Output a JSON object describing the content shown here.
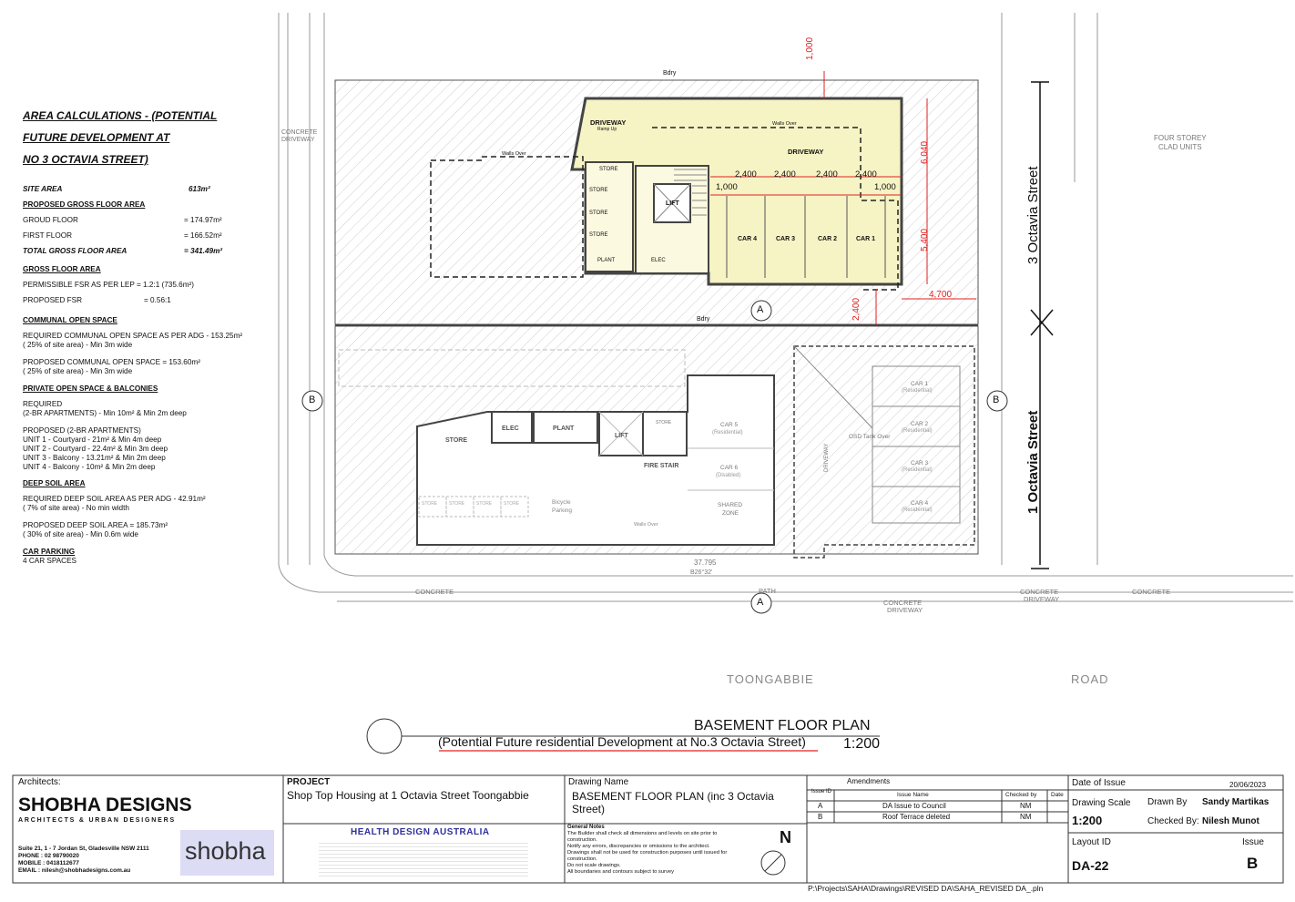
{
  "area_calc": {
    "title_lines": [
      "AREA CALCULATIONS  - (POTENTIAL",
      "FUTURE DEVELOPMENT AT",
      "NO 3 OCTAVIA STREET)"
    ],
    "site_area_label": "SITE AREA",
    "site_area_value": "613m²",
    "gfa_heading": "PROPOSED GROSS FLOOR AREA",
    "ground_label": "GROUD FLOOR",
    "ground_value": "= 174.97m²",
    "first_label": "FIRST FLOOR",
    "first_value": "= 166.52m²",
    "total_label": "TOTAL GROSS FLOOR AREA",
    "total_value": "= 341.49m²",
    "gfa2_heading": "GROSS FLOOR AREA",
    "permissible_fsr": "PERMISSIBLE FSR AS PER LEP  = 1.2:1 (735.6m²)",
    "proposed_fsr_label": "PROPOSED FSR",
    "proposed_fsr_value": "= 0.56:1",
    "cos_heading": "COMMUNAL OPEN SPACE",
    "cos_req_1": "REQUIRED COMMUNAL OPEN SPACE AS PER ADG - 153.25m²",
    "cos_req_2": "( 25% of site area) - Min 3m wide",
    "cos_prop_1": "PROPOSED COMMUNAL OPEN SPACE  = 153.60m²",
    "cos_prop_2": "( 25% of site area) - Min 3m wide",
    "pos_heading": "PRIVATE OPEN SPACE & BALCONIES",
    "pos_req_1": "REQUIRED",
    "pos_req_2": "(2-BR APARTMENTS) - Min 10m² & Min 2m deep",
    "pos_prop_1": "PROPOSED (2-BR APARTMENTS)",
    "unit1": "UNIT 1 -  Courtyard - 21m² & Min 4m deep",
    "unit2": "UNIT 2 -  Courtyard - 22.4m² & Min 3m deep",
    "unit3": "UNIT 3 -  Balcony - 13.21m² & Min 2m deep",
    "unit4": "UNIT 4 -  Balcony - 10m² & Min 2m deep",
    "dsa_heading": "DEEP SOIL AREA",
    "dsa_req_1": "REQUIRED DEEP SOIL AREA AS PER ADG - 42.91m²",
    "dsa_req_2": "( 7% of site area) - No min width",
    "dsa_prop_1": "PROPOSED DEEP SOIL AREA  = 185.73m²",
    "dsa_prop_2": "( 30% of site area) - Min 0.6m wide",
    "car_heading": "CAR PARKING",
    "car_value": "4  CAR SPACES"
  },
  "plan": {
    "bdry": "Bdry",
    "driveway_ramp": "DRIVEWAY",
    "ramp_up": "Ramp  Up",
    "walls_over": "Walls  Over",
    "driveway": "DRIVEWAY",
    "store": "STORE",
    "lift": "LIFT",
    "plant": "PLANT",
    "elec": "ELEC",
    "car4": "CAR 4",
    "car3": "CAR 3",
    "car2": "CAR 2",
    "car1": "CAR 1",
    "dim_1000_top": "1,000",
    "dim_6040": "6,040",
    "dim_2400_a": "2,400",
    "dim_2400_b": "2,400",
    "dim_2400_c": "2,400",
    "dim_2400_d": "2,400",
    "dim_1000_l": "1,000",
    "dim_1000_r": "1,000",
    "dim_5400": "5,400",
    "dim_4700": "4,700",
    "dim_2400_v": "2,400",
    "section_a": "A",
    "section_b": "B",
    "street_3": "3 Octavia Street",
    "street_1": "1 Octavia Street",
    "four_storey": "FOUR STOREY",
    "clad_units": "CLAD UNITS",
    "concrete_driveway": "CONCRETE",
    "driveway_word": "DRIVEWAY",
    "concrete": "CONCRETE",
    "path": "PATH",
    "toongabbie": "TOONGABBIE",
    "road": "ROAD",
    "elec2": "ELEC",
    "plant2": "PLANT",
    "store2": "STORE",
    "lift2": "LIFT",
    "fire_stair": "FIRE STAIR",
    "store3": "STORE",
    "car5": "CAR 5",
    "car5_sub": "(Residential)",
    "car6": "CAR 6",
    "car6_sub": "(Disabled)",
    "shared": "SHARED",
    "zone": "ZONE",
    "bicycle": "Bicycle",
    "parking": "Parking",
    "walls_over2": "Walls  Over",
    "driveway2": "DRIVEWAY",
    "osd": "OSD Tank Over",
    "rcar1": "CAR 1",
    "rcar2": "CAR 2",
    "rcar3": "CAR 3",
    "rcar4": "CAR 4",
    "residential": "(Residential)",
    "store_small": "STORE",
    "dim_37795": "37.795",
    "bearing": "B26°32'"
  },
  "drawing": {
    "title": "BASEMENT FLOOR PLAN",
    "subtitle": "(Potential Future residential Development at No.3 Octavia Street)",
    "scale": "1:200"
  },
  "titleblock": {
    "architects_label": "Architects:",
    "firm": "SHOBHA DESIGNS",
    "firm_sub": "ARCHITECTS & URBAN DESIGNERS",
    "address": "Suite 21, 1 - 7 Jordan St, Gladesville NSW 2111",
    "phone": "PHONE     :   02 98790020",
    "mobile": "MOBILE    :   0418112677",
    "email": "EMAIL       :   nilesh@shobhadesigns.com.au",
    "logo": "shobha",
    "project_label": "PROJECT",
    "project": "Shop Top Housing at 1 Octavia Street Toongabbie",
    "hda": "HEALTH DESIGN AUSTRALIA",
    "drawing_name_label": "Drawing Name",
    "drawing_name": "BASEMENT FLOOR PLAN (inc 3 Octavia Street)",
    "notes_label": "General Notes",
    "notes": [
      "The Builder shall check all dimensions and levels on site prior to construction.",
      "Notify any errors, discrepancies or omissions to the architect.",
      "Drawings shall not be used for construction purposes until issued for construction.",
      "Do not scale drawings.",
      "All boundaries and contours subject to survey"
    ],
    "amendments_label": "Amendments",
    "col_issue_id": "Issue ID",
    "col_issue_name": "Issue Name",
    "col_checked": "Checked by",
    "col_date": "Date",
    "amendments": [
      {
        "id": "A",
        "name": "DA Issue to Council",
        "by": "NM"
      },
      {
        "id": "B",
        "name": "Roof Terrace deleted",
        "by": "NM"
      }
    ],
    "date_label": "Date of Issue",
    "date": "20/06/2023",
    "scale_label": "Drawing Scale",
    "scale": "1:200",
    "drawn_label": "Drawn By",
    "drawn_by": "Sandy Martikas",
    "checked_label": "Checked By:",
    "checked_by": "Nilesh Munot",
    "layout_label": "Layout ID",
    "layout_id": "DA-22",
    "issue_label": "Issue",
    "issue": "B",
    "filepath": "P:\\Projects\\SAHA\\Drawings\\REVISED DA\\SAHA_REVISED DA_.pln"
  },
  "colors": {
    "dimension_red": "#e02020",
    "basement_fill": "#f6f3c4"
  }
}
